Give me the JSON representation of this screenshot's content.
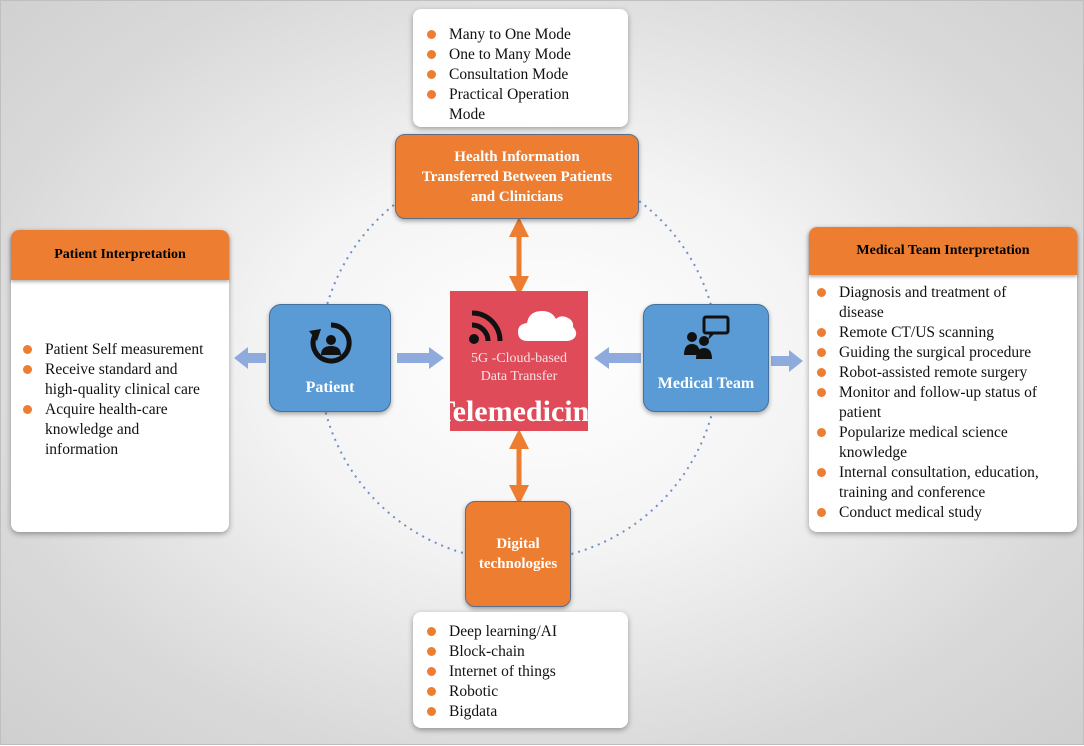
{
  "center": {
    "subtitle_line1": "5G -Cloud-based",
    "subtitle_line2": "Data Transfer",
    "title": "Telemedicine",
    "icons": [
      "wifi-signal-icon",
      "cloud-icon"
    ]
  },
  "top_box": {
    "line1": "Health Information",
    "line2": "Transferred Between Patients",
    "line3": "and Clinicians"
  },
  "bottom_box": {
    "line1": "Digital",
    "line2": "technologies"
  },
  "patient_box": {
    "label": "Patient",
    "icon": "patient-refresh-icon"
  },
  "medical_team_box": {
    "label": "Medical Team",
    "icon": "team-chat-icon"
  },
  "top_list": {
    "items": [
      "Many to One Mode",
      "One to Many Mode",
      "Consultation Mode",
      "Practical Operation",
      "Mode"
    ]
  },
  "bottom_list": {
    "items": [
      "Deep learning/AI",
      "Block-chain",
      "Internet of things",
      "Robotic",
      "Bigdata"
    ]
  },
  "patient_panel": {
    "title": "Patient Interpretation",
    "items": [
      "Patient Self measurement",
      "Receive standard and",
      "high-quality clinical care",
      "Acquire health-care",
      "knowledge and",
      "information"
    ]
  },
  "medical_panel": {
    "title": "Medical Team Interpretation",
    "items": [
      "Diagnosis and treatment of",
      "disease",
      "Remote CT/US scanning",
      "Guiding the surgical procedure",
      "Robot-assisted remote surgery",
      "Monitor and follow-up status of",
      "patient",
      "Popularize medical science",
      "knowledge",
      "Internal consultation, education,",
      "training and conference",
      "Conduct medical study"
    ]
  },
  "colors": {
    "orange": "#ed7d31",
    "blue": "#5b9bd5",
    "red": "#e04b5a",
    "arrow_blue": "#8faadc"
  }
}
